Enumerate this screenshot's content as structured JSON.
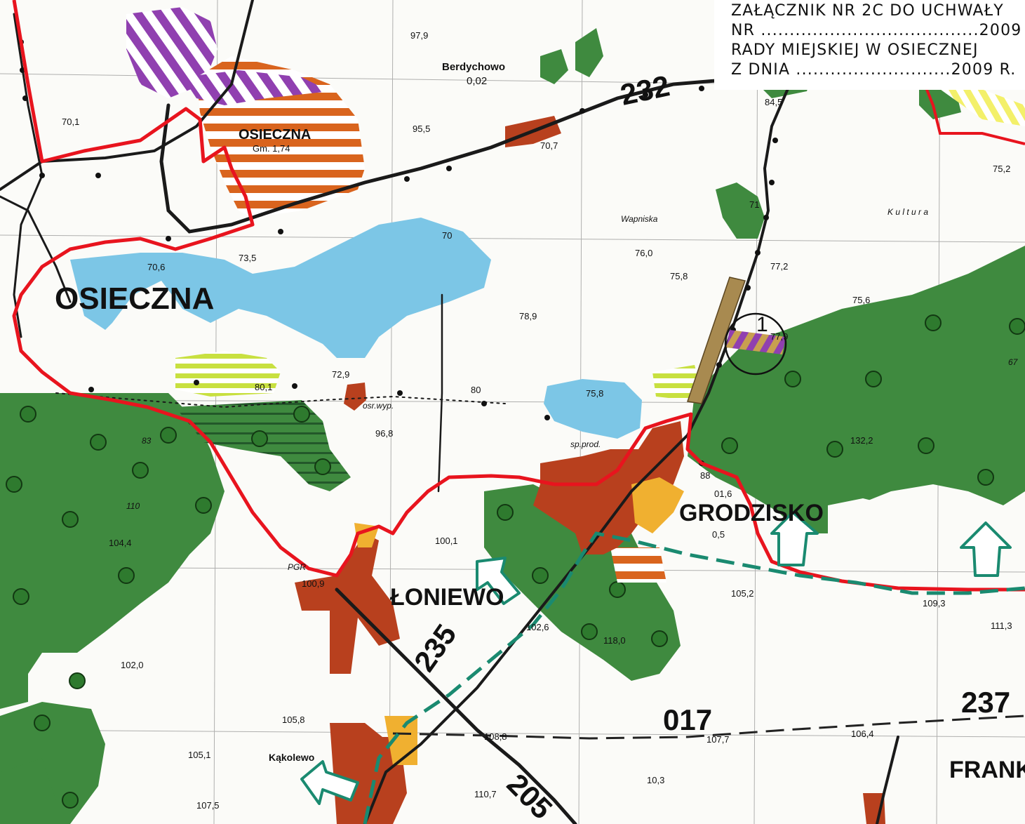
{
  "header": {
    "line1": "ZAŁĄCZNIK NR 2C DO UCHWAŁY",
    "line2": "NR ......................................2009",
    "line3": "RADY MIEJSKIEJ W OSIECZNEJ",
    "line4": "Z DNIA ...........................2009 R."
  },
  "places": {
    "osieczna": "OSIECZNA",
    "osieczna_small": "OSIECZNA",
    "grodzisko": "GRODZISKO",
    "loniewo": "ŁONIEWO",
    "frank": "FRANK",
    "berdychowo": "Berdychowo",
    "berdychowo_val": "0,02",
    "kakolewo": "Kąkolewo",
    "kultura": "K u l t u r a",
    "wapniska": "Wapniska",
    "sp_prod": "sp.prod.",
    "pgr": "PGR",
    "osr_wyp": "osr.wyp.",
    "gm": "Gm. 1,74"
  },
  "roads": {
    "r232": "232",
    "r235": "235",
    "r205": "205",
    "r017": "017",
    "r237": "237"
  },
  "marker": {
    "label": "1"
  },
  "elevations": {
    "e1": "97,9",
    "e2": "95,5",
    "e3": "70,7",
    "e4": "84,5",
    "e5": "75,2",
    "e6": "70,1",
    "e7": "73,5",
    "e8": "70,6",
    "e9": "76,0",
    "e10": "75,8",
    "e11": "77,2",
    "e12": "75,6",
    "e13": "78,9",
    "e14": "77,9",
    "e15": "72,9",
    "e16": "80",
    "e17": "96,8",
    "e18": "75,8",
    "e19": "132,2",
    "e20": "88",
    "e21": "01,6",
    "e22": "0,5",
    "e23": "100,1",
    "e24": "100,9",
    "e25": "104,4",
    "e26": "102,6",
    "e27": "118,0",
    "e28": "105,2",
    "e29": "109,3",
    "e30": "111,3",
    "e31": "102,0",
    "e32": "105,8",
    "e33": "108,8",
    "e34": "107,7",
    "e35": "106,4",
    "e36": "105,1",
    "e37": "107,5",
    "e38": "110,7",
    "e39": "10,3",
    "e40": "83",
    "e41": "67",
    "e42": "70",
    "e43": "71",
    "e44": "80,1",
    "e45": "110"
  },
  "colors": {
    "boundary": "#e8141e",
    "forest": "#3f8a3f",
    "forest_light": "#6aae6a",
    "water": "#7cc6e6",
    "settlement": "#b8401e",
    "settlement_alt": "#f0b030",
    "proposal": "#f0e0e0",
    "purple": "#9040b0",
    "cycle_route": "#1a8a70",
    "marker_brown": "#a88a50"
  }
}
